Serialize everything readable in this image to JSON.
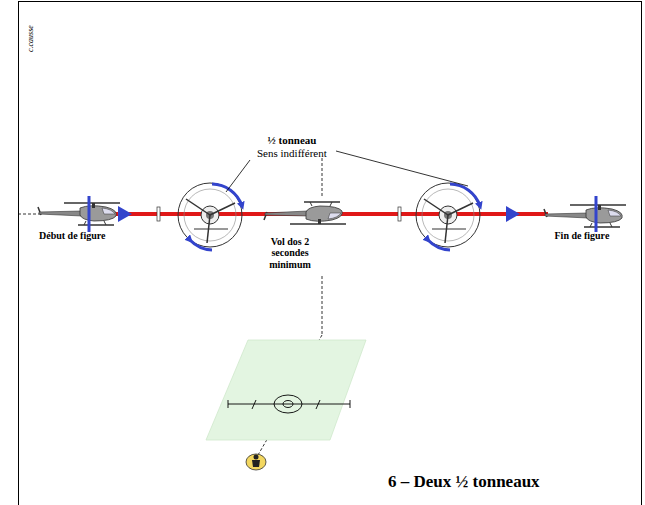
{
  "diagram": {
    "title": "6 – Deux ½ tonneaux",
    "labels": [
      "c.causse",
      "½ tonneau",
      "Sens indifférent",
      "Début de figure",
      "Vol dos 2 secondes minimum",
      "Fin de figure"
    ]
  }
}
